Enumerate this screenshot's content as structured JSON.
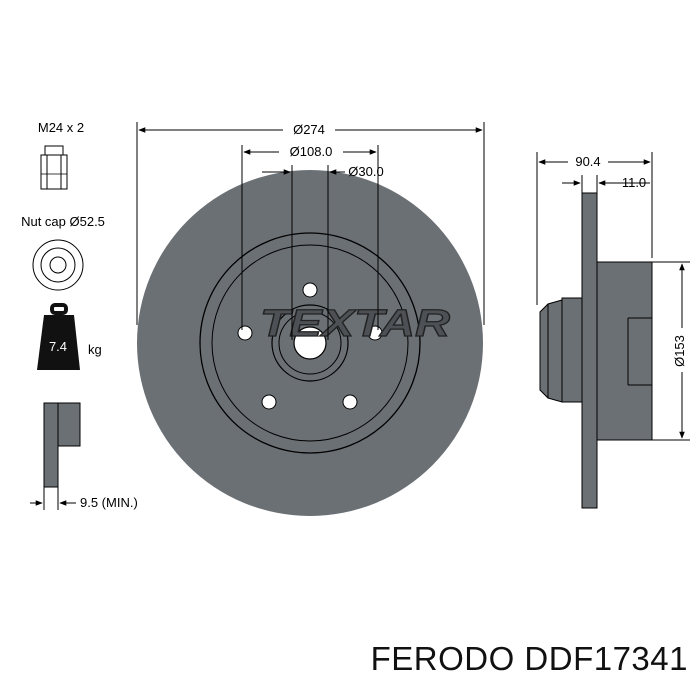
{
  "title": {
    "brand": "FERODO",
    "part_number": "DDF17341"
  },
  "disc_logo": "TEXTAR",
  "dimensions": {
    "outer_diameter": "Ø274",
    "pcd_diameter": "Ø108.0",
    "center_bore": "Ø30.0",
    "total_height": "90.4",
    "disc_thickness": "11.0",
    "hub_diameter": "Ø153",
    "min_thickness": "9.5 (MIN.)"
  },
  "accessories": {
    "nut_label": "M24 x 2",
    "nut_cap_label": "Nut cap Ø52.5",
    "weight_value": "7.4",
    "weight_unit": "kg"
  },
  "colors": {
    "disc_fill": "#6b7075",
    "line": "#000000",
    "icon_fill": "#111111"
  }
}
